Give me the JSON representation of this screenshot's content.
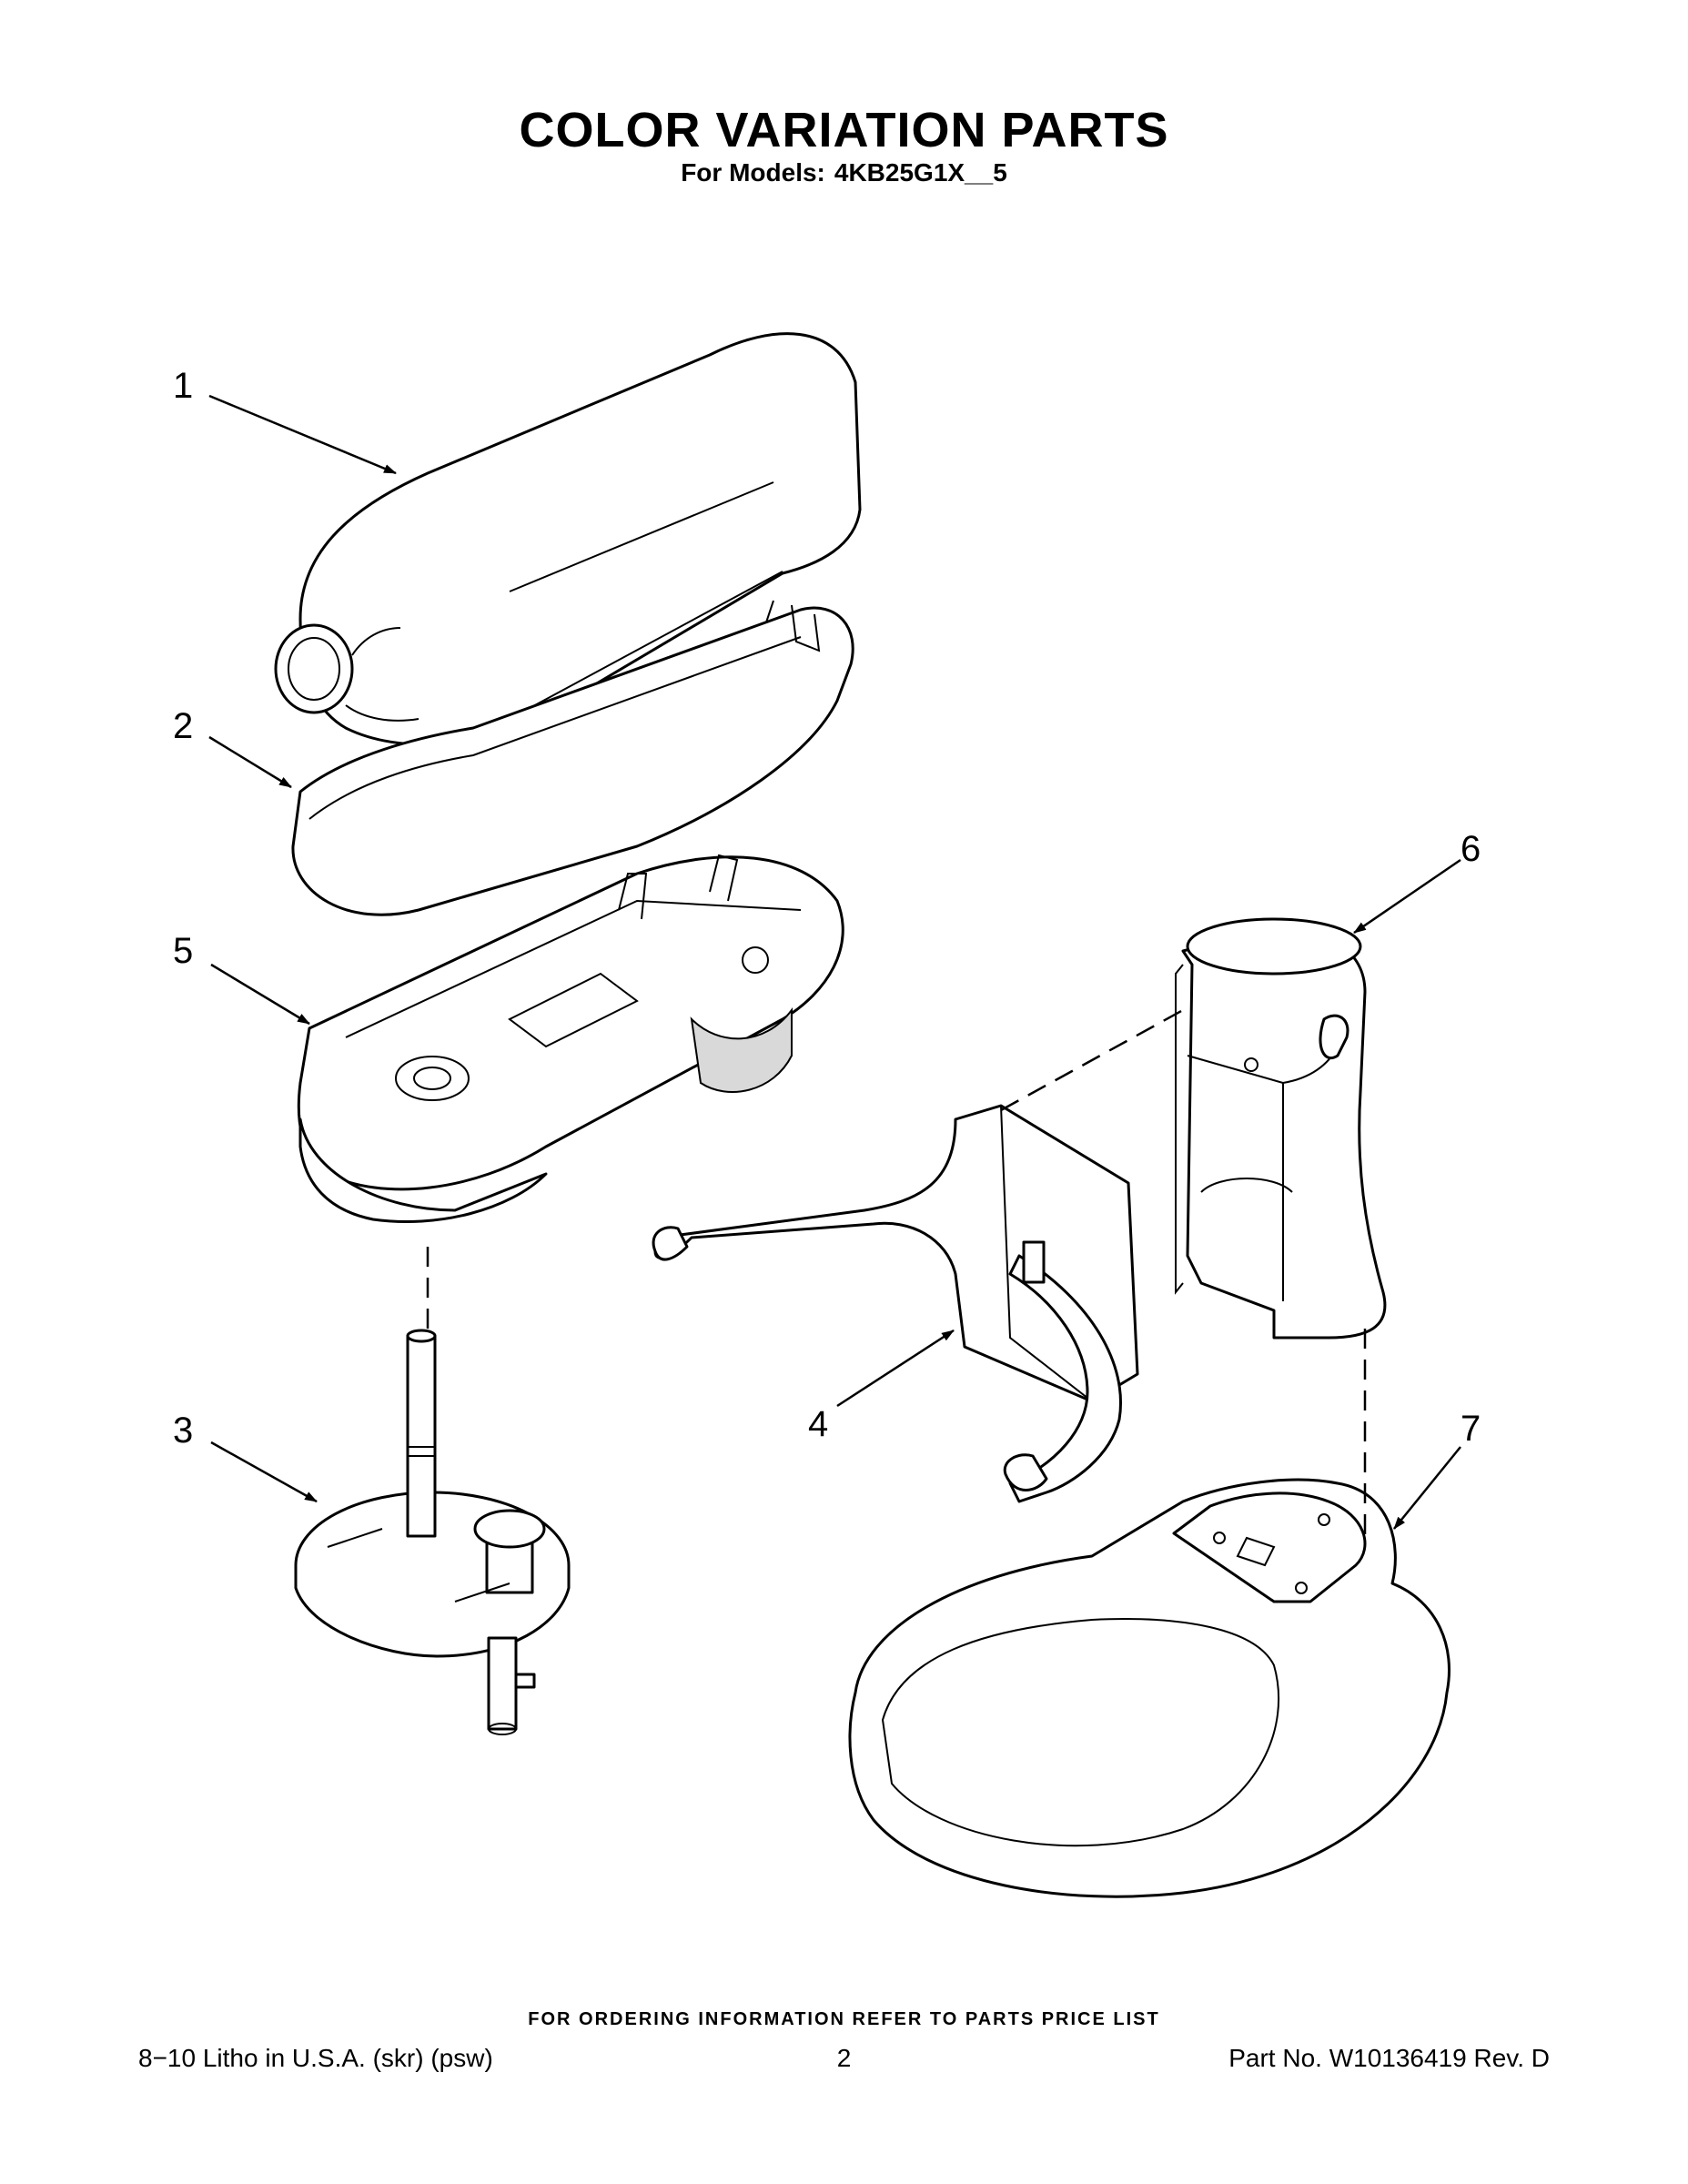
{
  "header": {
    "title": "COLOR VARIATION PARTS",
    "models_label": "For Models:",
    "models_value": "4KB25G1X__5"
  },
  "callouts": [
    "1",
    "2",
    "3",
    "4",
    "5",
    "6",
    "7"
  ],
  "footer": {
    "ordering_note": "FOR ORDERING INFORMATION REFER TO PARTS PRICE LIST",
    "litho": "8−10 Litho in U.S.A. (skr) (psw)",
    "page_number": "2",
    "part_number": "Part No. W10136419 Rev. D"
  }
}
